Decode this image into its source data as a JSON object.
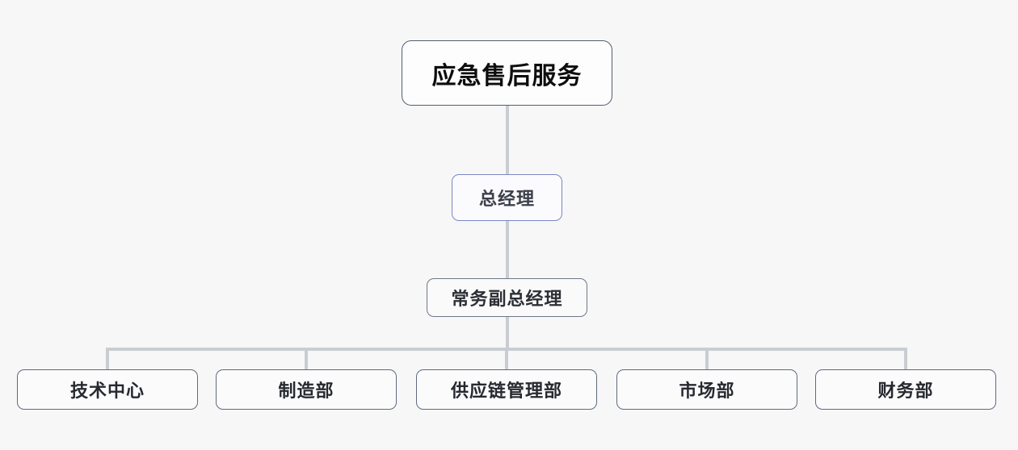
{
  "diagram": {
    "type": "organization-chart",
    "background_color": "#f7f7f7",
    "connector_color": "#c9cdd2",
    "levels": {
      "root": {
        "label": "应急售后服务",
        "border_color": "#525d70",
        "fill_color": "#fdfdfd"
      },
      "general_manager": {
        "label": "总经理",
        "border_color": "#7b86c4",
        "fill_color": "#fbfbfd"
      },
      "deputy_general_manager": {
        "label": "常务副总经理",
        "border_color": "#6e7789",
        "fill_color": "#fafafa"
      }
    },
    "departments": [
      {
        "label": "技术中心"
      },
      {
        "label": "制造部"
      },
      {
        "label": "供应链管理部"
      },
      {
        "label": "市场部"
      },
      {
        "label": "财务部"
      }
    ]
  }
}
